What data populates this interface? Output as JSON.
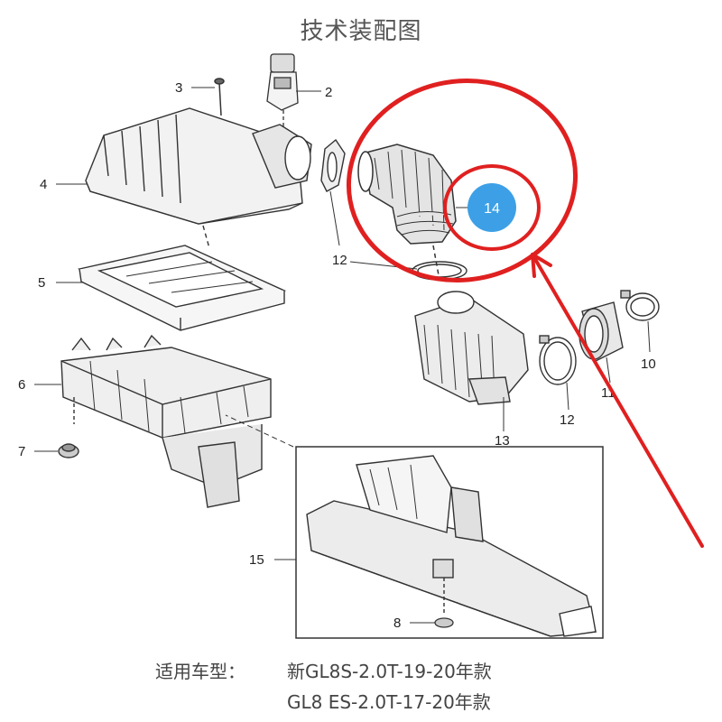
{
  "title": "技术装配图",
  "callouts": [
    {
      "id": "c3",
      "label": "3"
    },
    {
      "id": "c2",
      "label": "2"
    },
    {
      "id": "c4",
      "label": "4"
    },
    {
      "id": "c5",
      "label": "5"
    },
    {
      "id": "c6",
      "label": "6"
    },
    {
      "id": "c7",
      "label": "7"
    },
    {
      "id": "c12a",
      "label": "12"
    },
    {
      "id": "c14",
      "label": "14"
    },
    {
      "id": "c13",
      "label": "13"
    },
    {
      "id": "c12b",
      "label": "12"
    },
    {
      "id": "c11",
      "label": "11"
    },
    {
      "id": "c10",
      "label": "10"
    },
    {
      "id": "c15",
      "label": "15"
    },
    {
      "id": "c8",
      "label": "8"
    }
  ],
  "highlight": {
    "label": "14",
    "ring_color": "#e02020",
    "badge_color": "#3da0e6"
  },
  "footer": {
    "label": "适用车型：",
    "line1": "新GL8S-2.0T-19-20年款",
    "line2": "GL8 ES-2.0T-17-20年款"
  }
}
